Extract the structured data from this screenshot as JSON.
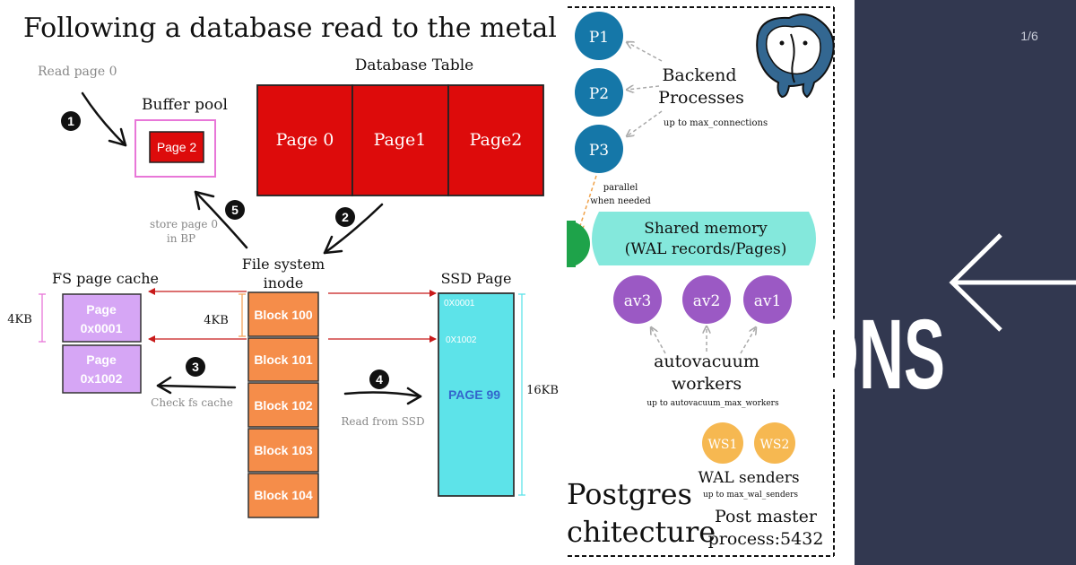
{
  "left_panel": {
    "title": "Following a database read to the metal",
    "read_page_note": "Read page 0",
    "buffer_pool": {
      "label": "Buffer pool",
      "page": "Page 2"
    },
    "database_table": {
      "label": "Database Table",
      "pages": [
        "Page 0",
        "Page1",
        "Page2"
      ]
    },
    "steps": [
      "1",
      "2",
      "3",
      "4",
      "5"
    ],
    "store_note_line1": "store page 0",
    "store_note_line2": "in BP",
    "inode_label_line1": "File system",
    "inode_label_line2": "inode",
    "blocks": [
      "Block 100",
      "Block 101",
      "Block 102",
      "Block 103",
      "Block 104"
    ],
    "fs_cache": {
      "label": "FS page cache",
      "pages": [
        [
          "Page",
          "0x0001"
        ],
        [
          "Page",
          "0x1002"
        ]
      ],
      "size": "4KB",
      "block_size": "4KB"
    },
    "check_note": "Check fs cache",
    "read_ssd_note": "Read from SSD",
    "ssd": {
      "label": "SSD Page",
      "addr1": "0X0001",
      "addr2": "0X1002",
      "page": "PAGE 99",
      "size": "16KB"
    }
  },
  "middle_panel": {
    "processes": [
      "P1",
      "P2",
      "P3"
    ],
    "backend_line1": "Backend",
    "backend_line2": "Processes",
    "backend_note": "up to max_connections",
    "parallel_line1": "parallel",
    "parallel_line2": "when needed",
    "shared_line1": "Shared memory",
    "shared_line2": "(WAL records/Pages)",
    "av_workers": [
      "av3",
      "av2",
      "av1"
    ],
    "av_line1": "autovacuum",
    "av_line2": "workers",
    "av_note": "up to autovacuum_max_workers",
    "wal_senders": [
      "WS1",
      "WS2"
    ],
    "wal_label": "WAL senders",
    "wal_note": "up to max_wal_senders",
    "postgres_line1": "Postgres",
    "postgres_line2": "chitecture",
    "master_line1": "Post master",
    "master_line2": "process:5432"
  },
  "right_panel": {
    "counter": "1/6",
    "big_text": "ONS"
  },
  "colors": {
    "red": "#dd0b0b",
    "pink_border": "#e877d8",
    "orange": "#f58d4a",
    "lavender": "#d6a6f5",
    "cyan": "#5de3e9",
    "teal_circle": "#1577a8",
    "mint": "#84e8dc",
    "purple": "#9b59c4",
    "yellow": "#f6b851",
    "dark_panel": "#323850"
  }
}
